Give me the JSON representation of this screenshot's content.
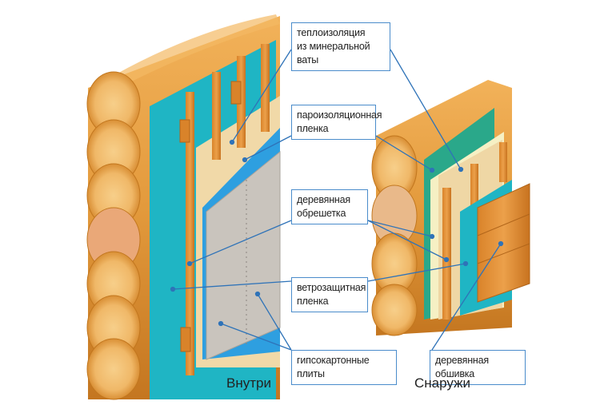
{
  "diagram": {
    "title_left": "Внутри",
    "title_right": "Снаружи",
    "labels": [
      {
        "id": "insulation",
        "lines": [
          "теплоизоляция",
          "из минеральной ваты"
        ]
      },
      {
        "id": "vapor_barrier",
        "lines": [
          "пароизоляционная",
          "пленка"
        ]
      },
      {
        "id": "battens",
        "lines": [
          "деревянная",
          "обрешетка"
        ]
      },
      {
        "id": "wind_barrier",
        "lines": [
          "ветрозащитная",
          "пленка"
        ]
      },
      {
        "id": "drywall",
        "lines": [
          "гипсокартонные плиты"
        ]
      },
      {
        "id": "cladding",
        "lines": [
          "деревянная обшивка"
        ]
      }
    ],
    "colors": {
      "log": "#e39a3c",
      "log_end": "#f0b868",
      "membrane_teal": "#1fb5c4",
      "vapor_blue": "#2e9fe0",
      "insulation": "#f1d9a8",
      "drywall": "#c9c4bd",
      "leader_line": "#2f73b8",
      "label_border": "#4a8ccb"
    }
  }
}
